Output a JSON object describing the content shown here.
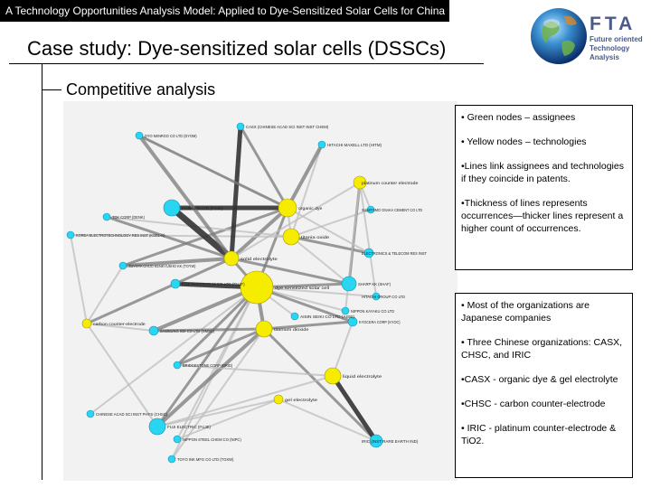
{
  "header": {
    "banner": "A Technology Opportunities Analysis Model: Applied to Dye-Sensitized Solar Cells for China",
    "title": "Case study: Dye-sensitized solar cells (DSSCs)",
    "subtitle": "Competitive analysis"
  },
  "logo": {
    "letters": "FTA",
    "line1": "Future oriented",
    "line2": "Technology",
    "line3": "Analysis"
  },
  "network": {
    "assignee_color": "#29d6f2",
    "technology_color": "#f5ec00",
    "edge_color": "#8c8c8c",
    "nodes": [
      {
        "label": "DYO NENRGO CO LTD (DYOM)",
        "kind": "assignee"
      },
      {
        "label": "CASX (CHINESE ACAD SCI INST INST CHEM)",
        "kind": "assignee"
      },
      {
        "label": "HITACHI MAXELL LTD (HITM)",
        "kind": "assignee"
      },
      {
        "label": "TDK CORP (DENK)",
        "kind": "assignee"
      },
      {
        "label": "FUJIKURA LTD (FUJD)",
        "kind": "assignee"
      },
      {
        "label": "KOREA ELECTROTECHNOLOGY RES INST (KOEL-N)",
        "kind": "assignee"
      },
      {
        "label": "TOYOTA CHUO KENKYUSHO KK (TOYW)",
        "kind": "assignee"
      },
      {
        "label": "SUMITOMO OSAKA CEMENT CO LTD",
        "kind": "assignee"
      },
      {
        "label": "ELECTRONICS & TELECOM RES INST",
        "kind": "assignee"
      },
      {
        "label": "SHARP KK (SHAF)",
        "kind": "assignee"
      },
      {
        "label": "FUJI PHOTO FILM CO LTD (FUJF)",
        "kind": "assignee"
      },
      {
        "label": "NIPPON KAYAKU CO LTD",
        "kind": "assignee"
      },
      {
        "label": "HITACHI GROUP CO LTD",
        "kind": "assignee"
      },
      {
        "label": "KYOCERA CORP (KYOC)",
        "kind": "assignee"
      },
      {
        "label": "SAMSUNG SDI CO LTD (SMSU)",
        "kind": "assignee"
      },
      {
        "label": "AISIN SEIKI CO LTD (AISE)",
        "kind": "assignee"
      },
      {
        "label": "BRIDGESTONE CORP (BRID)",
        "kind": "assignee"
      },
      {
        "label": "CHINESE ACAD SCI INST PHYS (CHSC)",
        "kind": "assignee"
      },
      {
        "label": "FUJI ELECTRIC (FUJE)",
        "kind": "assignee"
      },
      {
        "label": "NIPPON STEEL CHEM CO (NIPC)",
        "kind": "assignee"
      },
      {
        "label": "IRIC (INST RARE EARTH IND)",
        "kind": "assignee"
      },
      {
        "label": "TOYO INK MFG CO LTD (TOXW)",
        "kind": "assignee"
      },
      {
        "label": "platinum counter electrode",
        "kind": "technology"
      },
      {
        "label": "organic dye",
        "kind": "technology"
      },
      {
        "label": "dye sensitized solar cell",
        "kind": "technology"
      },
      {
        "label": "titania oxide",
        "kind": "technology"
      },
      {
        "label": "titanium dioxide",
        "kind": "technology"
      },
      {
        "label": "carbon counter-electrode",
        "kind": "technology"
      },
      {
        "label": "gel electrolyte",
        "kind": "technology"
      },
      {
        "label": "liquid electrolyte",
        "kind": "technology"
      },
      {
        "label": "solid electrolyte",
        "kind": "technology"
      }
    ]
  },
  "legend": {
    "box1": [
      "• Green nodes – assignees",
      "• Yellow nodes – technologies",
      "•Lines link assignees and technologies if they coincide in patents.",
      "•Thickness of lines represents occurrences—thicker lines represent a higher count of occurrences."
    ],
    "box2": [
      "• Most of the organizations are Japanese companies",
      "• Three Chinese organizations: CASX, CHSC, and IRIC",
      "•CASX - organic dye & gel electrolyte",
      "•CHSC - carbon counter-electrode",
      "• IRIC - platinum counter-electrode & TiO2."
    ]
  }
}
